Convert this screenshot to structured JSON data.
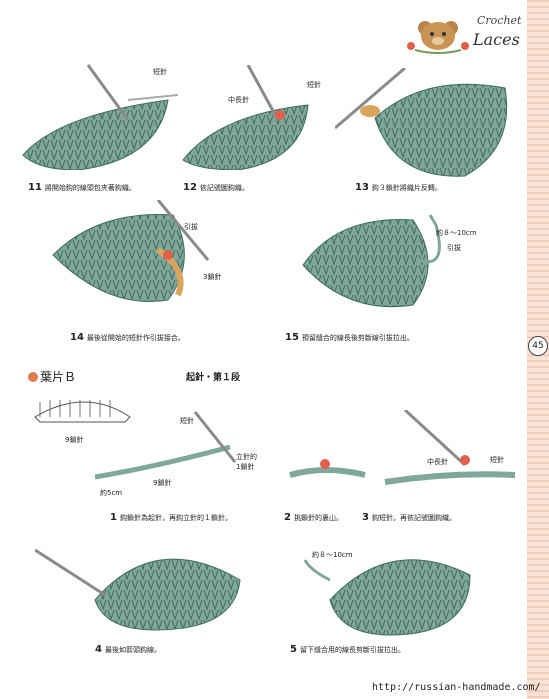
{
  "header": {
    "logo_line1": "Crochet",
    "logo_line2": "Laces"
  },
  "page_number": "45",
  "steps_top": [
    {
      "num": "11",
      "text": "將開始鈎的線頭包夾著鈎織。",
      "labels": [
        "短針"
      ]
    },
    {
      "num": "12",
      "text": "依記號圖鈎織。",
      "labels": [
        "中長針",
        "短針"
      ]
    },
    {
      "num": "13",
      "text": "鈎３鎖針將織片反轉。",
      "labels": []
    },
    {
      "num": "14",
      "text": "最後從開始的短針作引拔接合。",
      "labels": [
        "引拔",
        "3鎖針"
      ]
    },
    {
      "num": "15",
      "text": "預留縫合的線長後剪斷線引拔拉出。",
      "labels": [
        "約８～10cm",
        "引拔"
      ]
    }
  ],
  "section": {
    "title": "葉片Ｂ",
    "subtitle": "起針・第１段"
  },
  "steps_bottom": [
    {
      "num": "1",
      "text": "鈎鎖針為起針，再鈎立針的１鎖針。",
      "labels": [
        "9鎖針",
        "短針",
        "立針的",
        "1鎖針",
        "9鎖針",
        "約5cm"
      ]
    },
    {
      "num": "2",
      "text": "挑鎖針的裏山。",
      "labels": []
    },
    {
      "num": "3",
      "text": "鈎短針。再依記號圖鈎織。",
      "labels": [
        "中長針",
        "短針"
      ]
    },
    {
      "num": "4",
      "text": "最後如箭頭鈎線。",
      "labels": []
    },
    {
      "num": "5",
      "text": "留下縫合用的線長剪斷引拔拉出。",
      "labels": [
        "約８～10cm"
      ]
    }
  ],
  "footer": {
    "url": "http://russian-handmade.com/"
  },
  "colors": {
    "yarn": "#7fa89a",
    "yarn_dark": "#4e7d70",
    "hook": "#8a8a8a",
    "accent": "#e07a50"
  }
}
